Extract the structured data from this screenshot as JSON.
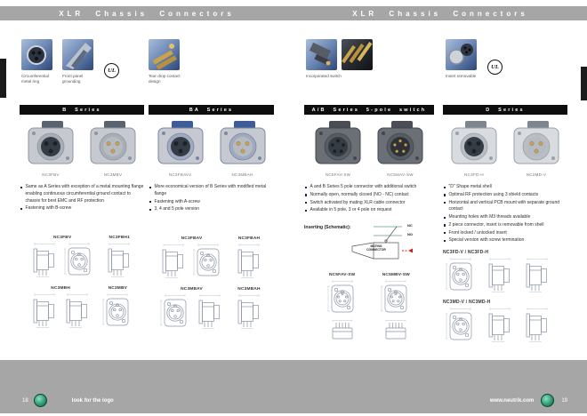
{
  "page_title_left": "XLR Chassis Connectors",
  "page_title_right": "XLR Chassis Connectors",
  "features": {
    "left": [
      {
        "caption": "Circumferential metal ring"
      },
      {
        "caption": "Front panel grounding"
      },
      {
        "caption": "Tear drop contact design"
      }
    ],
    "right": [
      {
        "caption": "Incorporated switch"
      },
      {
        "caption": "Insert removable"
      }
    ],
    "ul_mark": "UL"
  },
  "sections": [
    {
      "title": "B Series",
      "products": [
        {
          "code": "NC3FBV",
          "gender": "female",
          "poles": 3,
          "style": "metal"
        },
        {
          "code": "NC3MBV",
          "gender": "male",
          "poles": 3,
          "style": "metal"
        }
      ],
      "bullets": [
        "Same as A Series with exception of a metal mounting flange enabling continuous circumferential ground contact to chassis for best EMC and RF protection",
        "Fastening with B-screw"
      ],
      "drawing_rows": [
        [
          {
            "label": "NC3FBV",
            "views": [
              "side",
              "front"
            ]
          },
          {
            "label": "NC3FBH1",
            "views": [
              "side"
            ]
          }
        ],
        [
          {
            "label": "NC3MBH",
            "views": [
              "side",
              "side"
            ]
          },
          {
            "label": "NC3MBV",
            "views": [
              "front"
            ]
          }
        ]
      ]
    },
    {
      "title": "BA Series",
      "products": [
        {
          "code": "NC3FBAV2",
          "gender": "female",
          "poles": 3,
          "style": "blue"
        },
        {
          "code": "NC3MBAH",
          "gender": "male",
          "poles": 3,
          "style": "blue"
        }
      ],
      "bullets": [
        "More economical version of B Series with modified metal flange",
        "Fastening with A-screw",
        "3, 4 and 5 pole version"
      ],
      "drawing_rows": [
        [
          {
            "label": "NC3FBAV",
            "views": [
              "side",
              "front"
            ]
          },
          {
            "label": "NC3FBAH",
            "views": [
              "side"
            ]
          }
        ],
        [
          {
            "label": "NC3MBAV",
            "views": [
              "front",
              "side"
            ]
          },
          {
            "label": "NC3MBAH",
            "views": [
              "side"
            ]
          }
        ]
      ]
    },
    {
      "title": "A/B Series 5-pole switch",
      "products": [
        {
          "code": "NC5FAV-SW",
          "gender": "female",
          "poles": 5,
          "style": "nylon"
        },
        {
          "code": "NC5MAV-SW",
          "gender": "male",
          "poles": 5,
          "style": "nylon"
        }
      ],
      "bullets": [
        "A and B Series 5 pole connector with additional switch",
        "Normally open, normally closed (NO - NC) contact",
        "Switch activated by mating XLR cable connector",
        "Available in 5 pole, 3 or 4 pole on request"
      ],
      "schematic": {
        "label": "Inserting (Schematic):",
        "nc_label": "NC",
        "no_label": "NO",
        "connector_label": "MATING CONNECTOR"
      },
      "drawing_rows": [
        [
          {
            "label": "NC5FAV-SW",
            "views": [
              "front5",
              "bottom"
            ],
            "stack": true
          },
          {
            "label": "NC5MBV-SW",
            "views": [
              "front5",
              "bottom"
            ],
            "stack": true
          }
        ]
      ]
    },
    {
      "title": "D Series",
      "products": [
        {
          "code": "NC3FD-H",
          "gender": "female",
          "poles": 3,
          "style": "silver"
        },
        {
          "code": "NC3MD-V",
          "gender": "male",
          "poles": 3,
          "style": "silver"
        }
      ],
      "bullets": [
        "\"D\" Shape metal shell",
        "Optimal RF protection using 3 shield contacts",
        "Horizontal and vertical PCB mount with separate ground contact",
        "Mounting holes with M3 threads available",
        "2 piece connector, insert is removable from shell",
        "Front locked / unlocked insert",
        "Special version with screw termination"
      ],
      "drawing_rows": [
        [
          {
            "label": "NC3FD-V / NC3FD-H",
            "views": [
              "front",
              "side",
              "side"
            ],
            "heading": true
          }
        ],
        [
          {
            "label": "NC3MD-V / NC3MD-H",
            "views": [
              "front",
              "side",
              "side"
            ],
            "heading": true
          }
        ]
      ]
    }
  ],
  "footer": {
    "page_left": "18",
    "tagline": "look for the logo",
    "website": "www.neutrik.com",
    "page_right": "19"
  },
  "colors": {
    "band_gray": "#a6a6a6",
    "bar_black": "#0d0d0d",
    "accent_red": "#cc1f1f",
    "logo_green": "#2f9b72",
    "drawing_line": "#8a93a3"
  }
}
